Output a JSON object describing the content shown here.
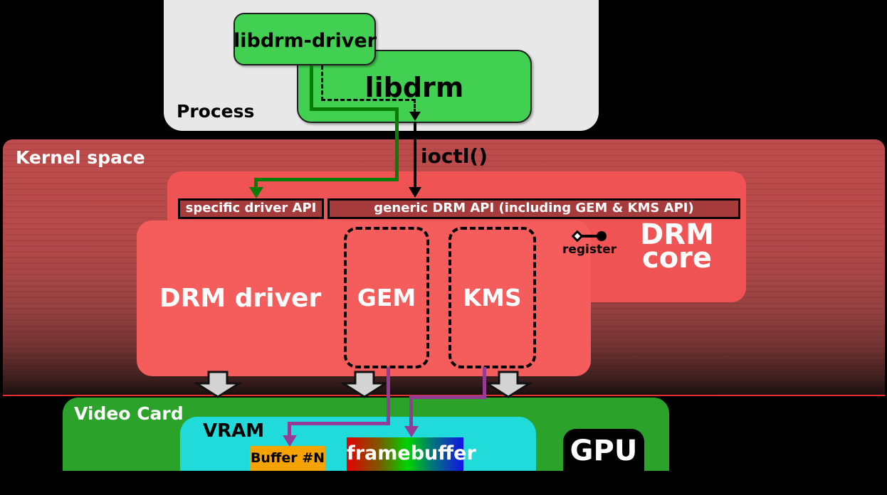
{
  "process": {
    "label": "Process",
    "libdrm_driver": "libdrm-driver",
    "libdrm": "libdrm"
  },
  "kernel": {
    "label": "Kernel space",
    "ioctl": "ioctl()",
    "specific_api": "specific driver API",
    "generic_api": "generic DRM API (including GEM & KMS API)",
    "drm_core_line1": "DRM",
    "drm_core_line2": "core",
    "register": "register",
    "drm_driver": "DRM driver",
    "gem": "GEM",
    "kms": "KMS"
  },
  "video_card": {
    "label": "Video Card",
    "vram": "VRAM",
    "buffer_n": "Buffer #N",
    "framebuffer": "framebuffer",
    "gpu": "GPU"
  },
  "colors": {
    "background": "#000000",
    "process_bg": "#e8e8e8",
    "box_green": "#42d053",
    "kernel_red": "#bf4c4c",
    "drm_core_red": "#ef5353",
    "drm_driver_red": "#f55c5c",
    "api_bar_red": "#a63b3b",
    "video_card_green": "#2ba32b",
    "vram_cyan": "#21dbdb",
    "buffer_orange": "#f4a300",
    "gpu_black": "#000000",
    "arrow_green": "#077c07",
    "arrow_purple": "#953a95",
    "arrow_gray": "#d3d3d3"
  }
}
